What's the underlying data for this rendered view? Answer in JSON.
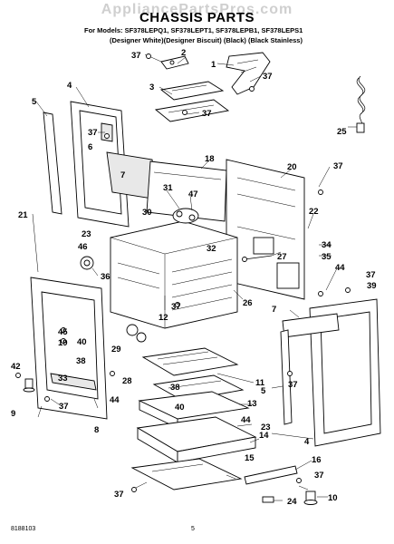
{
  "watermark": "AppliancePartsPros.com",
  "title": "CHASSIS PARTS",
  "models_line": "For Models: SF378LEPQ1, SF378LEPT1, SF378LEPB1, SF378LEPS1",
  "variants_line": "(Designer White)(Designer Biscuit)  (Black)   (Black Stainless)",
  "footer_code": "8188103",
  "page_number": "5",
  "callouts": [
    "37",
    "2",
    "1",
    "37",
    "4",
    "3",
    "37",
    "5",
    "37",
    "6",
    "7",
    "18",
    "20",
    "37",
    "21",
    "31",
    "47",
    "22",
    "23",
    "30",
    "32",
    "34",
    "46",
    "27",
    "35",
    "44",
    "36",
    "26",
    "12",
    "37",
    "37",
    "39",
    "7",
    "45",
    "19",
    "40",
    "29",
    "11",
    "42",
    "38",
    "28",
    "44",
    "5",
    "37",
    "33",
    "9",
    "37",
    "38",
    "40",
    "13",
    "44",
    "8",
    "23",
    "14",
    "4",
    "15",
    "16",
    "37",
    "37",
    "24",
    "10",
    "25"
  ]
}
